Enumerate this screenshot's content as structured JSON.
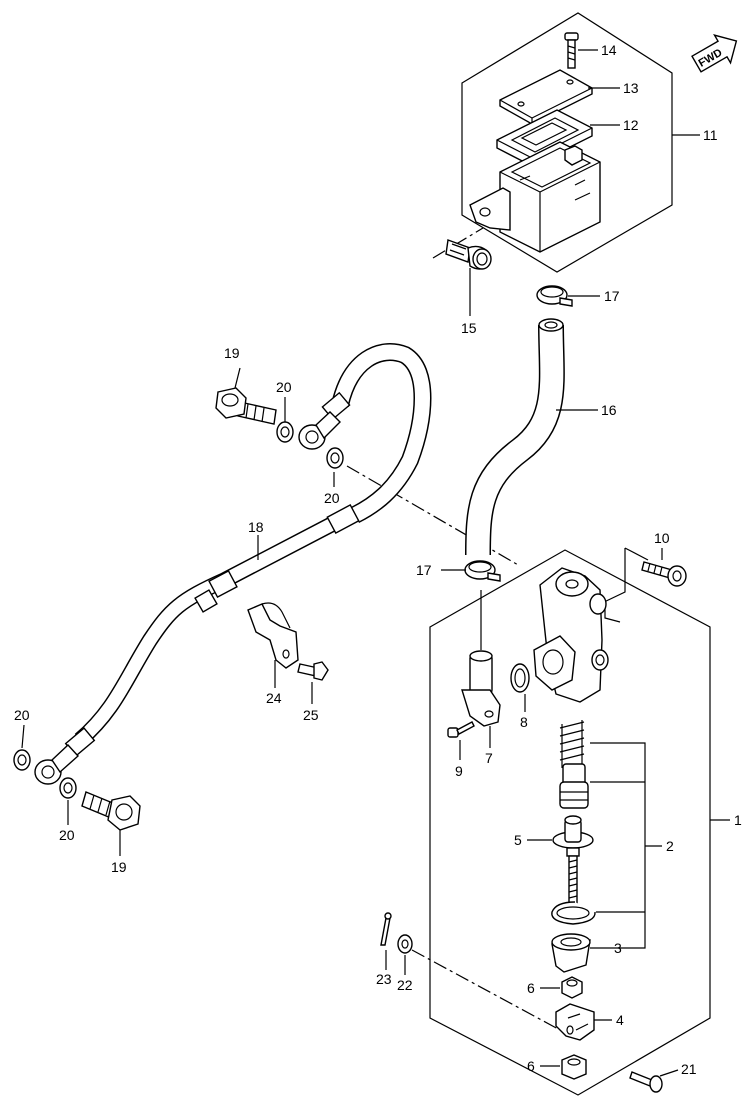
{
  "fwd_badge": "FWD",
  "callouts": {
    "c1": "1",
    "c2": "2",
    "c3": "3",
    "c4": "4",
    "c5": "5",
    "c6a": "6",
    "c6b": "6",
    "c7": "7",
    "c8": "8",
    "c9": "9",
    "c10": "10",
    "c11": "11",
    "c12": "12",
    "c13": "13",
    "c14": "14",
    "c15": "15",
    "c16": "16",
    "c17a": "17",
    "c17b": "17",
    "c18": "18",
    "c19a": "19",
    "c19b": "19",
    "c20a": "20",
    "c20b": "20",
    "c20c": "20",
    "c20d": "20",
    "c21": "21",
    "c22": "22",
    "c23": "23",
    "c24": "24",
    "c25": "25"
  }
}
